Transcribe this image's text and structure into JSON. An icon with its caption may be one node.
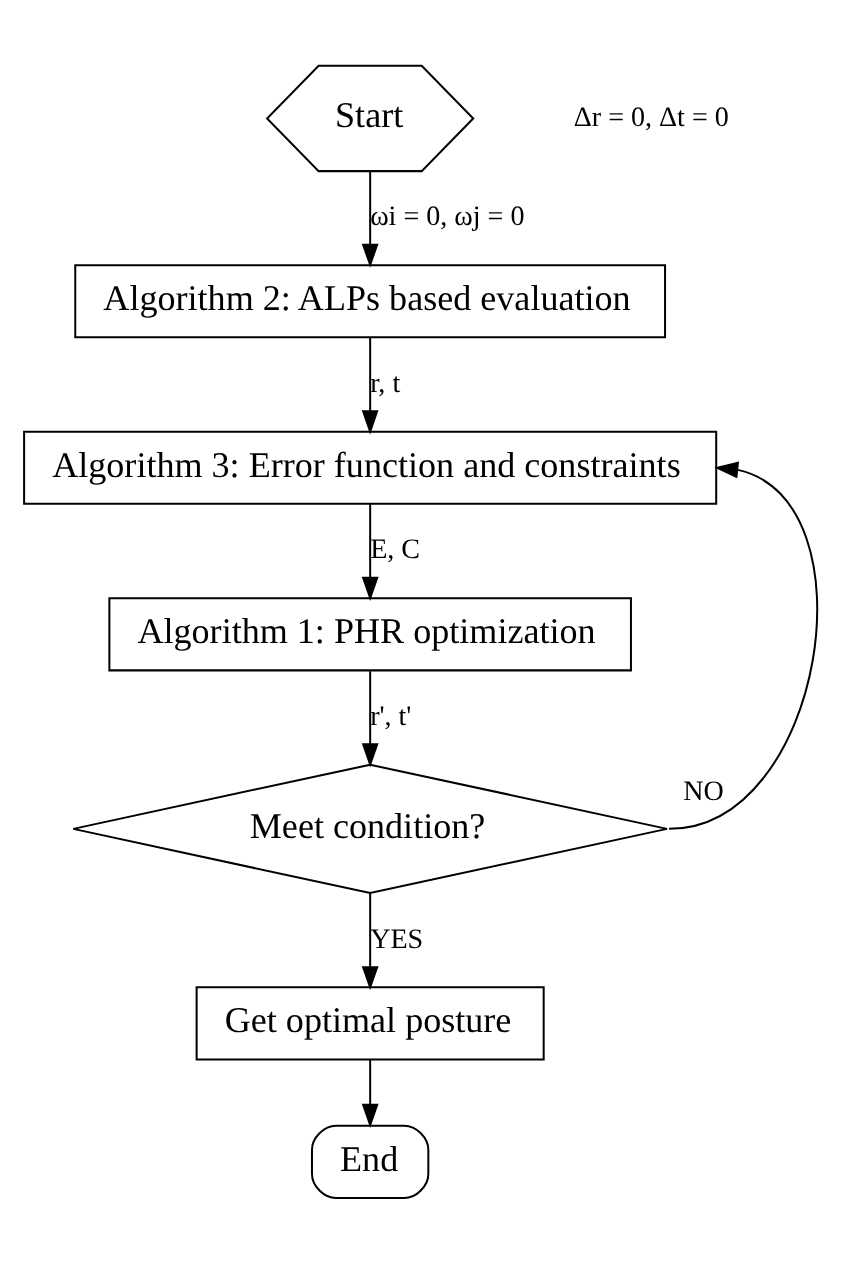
{
  "diagram": {
    "nodes": [
      {
        "text": [
          "Start"
        ]
      },
      {
        "text": [
          "Algorithm 2: ALPs based evaluation"
        ]
      },
      {
        "text": [
          "Algorithm 3: Error function and constraints"
        ]
      },
      {
        "text": [
          "Algorithm 1: PHR optimization"
        ]
      },
      {
        "text": [
          "Meet condition?"
        ]
      },
      {
        "text": [
          "Get optimal posture"
        ]
      },
      {
        "text": [
          "End"
        ]
      }
    ],
    "edges": [
      {
        "from": 0,
        "to": 1,
        "arrow": "to",
        "label": "ωi = 0, ωj = 0"
      },
      {
        "from": 1,
        "to": 2,
        "arrow": "to",
        "label": "r, t"
      },
      {
        "from": 2,
        "to": 3,
        "arrow": "to",
        "label": "E, C"
      },
      {
        "from": 3,
        "to": 4,
        "arrow": "to",
        "label": "r', t'"
      },
      {
        "from": 4,
        "to": 2,
        "arrow": "to",
        "label": "NO"
      },
      {
        "from": 4,
        "to": 5,
        "arrow": "to",
        "label": "YES"
      },
      {
        "from": 5,
        "to": 6,
        "arrow": "to"
      }
    ],
    "labels": [
      "Δr = 0, Δt = 0"
    ]
  }
}
